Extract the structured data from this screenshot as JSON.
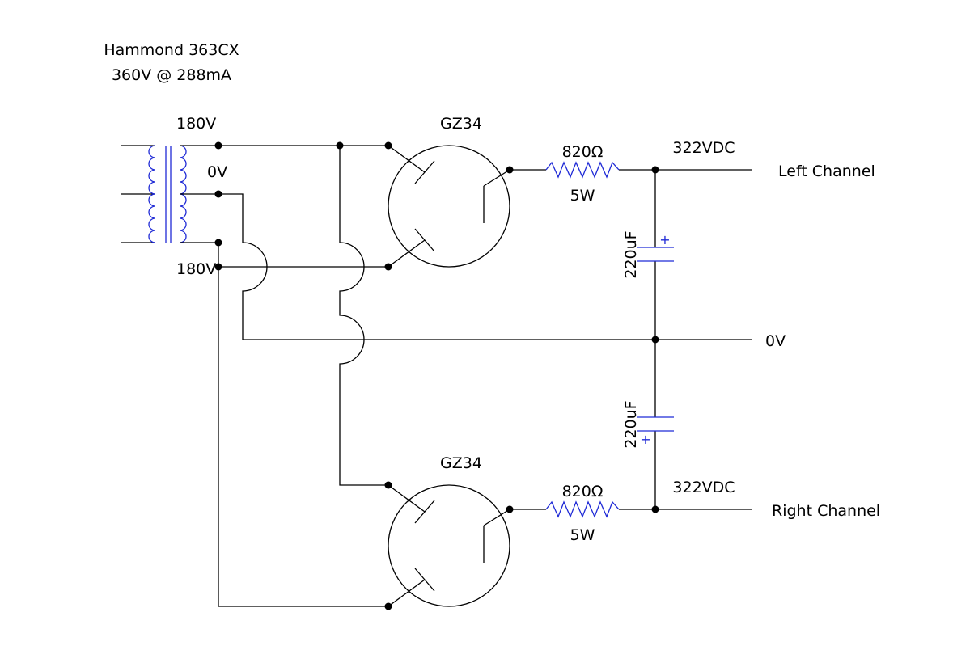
{
  "transformer": {
    "name": "Hammond 363CX",
    "rating": "360V @ 288mA",
    "tap_top": "180V",
    "tap_center": "0V",
    "tap_bottom": "180V"
  },
  "rectifier_top": {
    "tube": "GZ34"
  },
  "rectifier_bottom": {
    "tube": "GZ34"
  },
  "resistor_top": {
    "value": "820Ω",
    "power": "5W"
  },
  "resistor_bottom": {
    "value": "820Ω",
    "power": "5W"
  },
  "cap_top": {
    "value": "220uF",
    "polarity": "+"
  },
  "cap_bottom": {
    "value": "220uF",
    "polarity": "+"
  },
  "rail_top": {
    "voltage": "322VDC",
    "name": "Left Channel"
  },
  "rail_bottom": {
    "voltage": "322VDC",
    "name": "Right Channel"
  },
  "ground": {
    "label": "0V"
  }
}
